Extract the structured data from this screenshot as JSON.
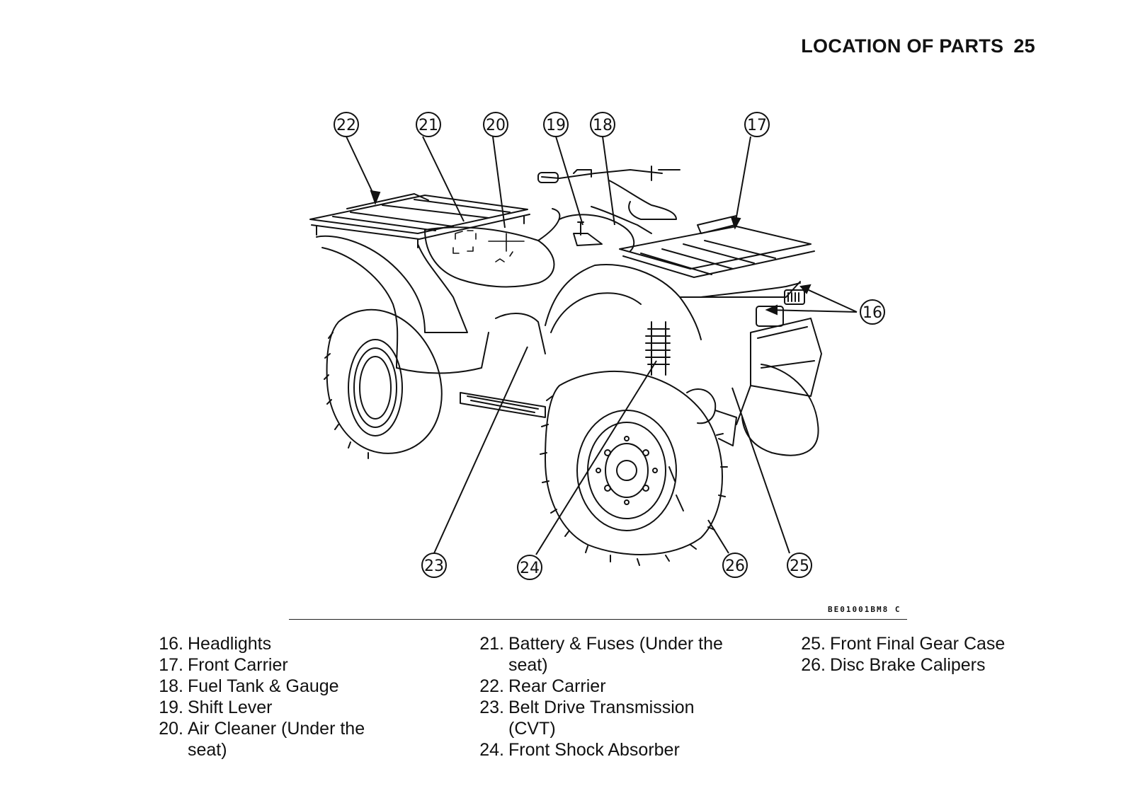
{
  "header": {
    "title": "LOCATION OF PARTS",
    "page_number": "25"
  },
  "figure": {
    "code": "BE01001BM8 C",
    "callouts": {
      "c16": "16",
      "c17": "17",
      "c18": "18",
      "c19": "19",
      "c20": "20",
      "c21": "21",
      "c22": "22",
      "c23": "23",
      "c24": "24",
      "c25": "25",
      "c26": "26"
    }
  },
  "legend": {
    "col1": [
      {
        "num": "16.",
        "text": "Headlights"
      },
      {
        "num": "17.",
        "text": "Front Carrier"
      },
      {
        "num": "18.",
        "text": "Fuel Tank & Gauge"
      },
      {
        "num": "19.",
        "text": "Shift Lever"
      },
      {
        "num": "20.",
        "text": "Air Cleaner (Under the seat)"
      }
    ],
    "col2": [
      {
        "num": "21.",
        "text": "Battery & Fuses (Under the seat)"
      },
      {
        "num": "22.",
        "text": "Rear Carrier"
      },
      {
        "num": "23.",
        "text": "Belt Drive Transmission (CVT)"
      },
      {
        "num": "24.",
        "text": "Front Shock Absorber"
      }
    ],
    "col3": [
      {
        "num": "25.",
        "text": "Front Final Gear Case"
      },
      {
        "num": "26.",
        "text": "Disc Brake Calipers"
      }
    ]
  }
}
